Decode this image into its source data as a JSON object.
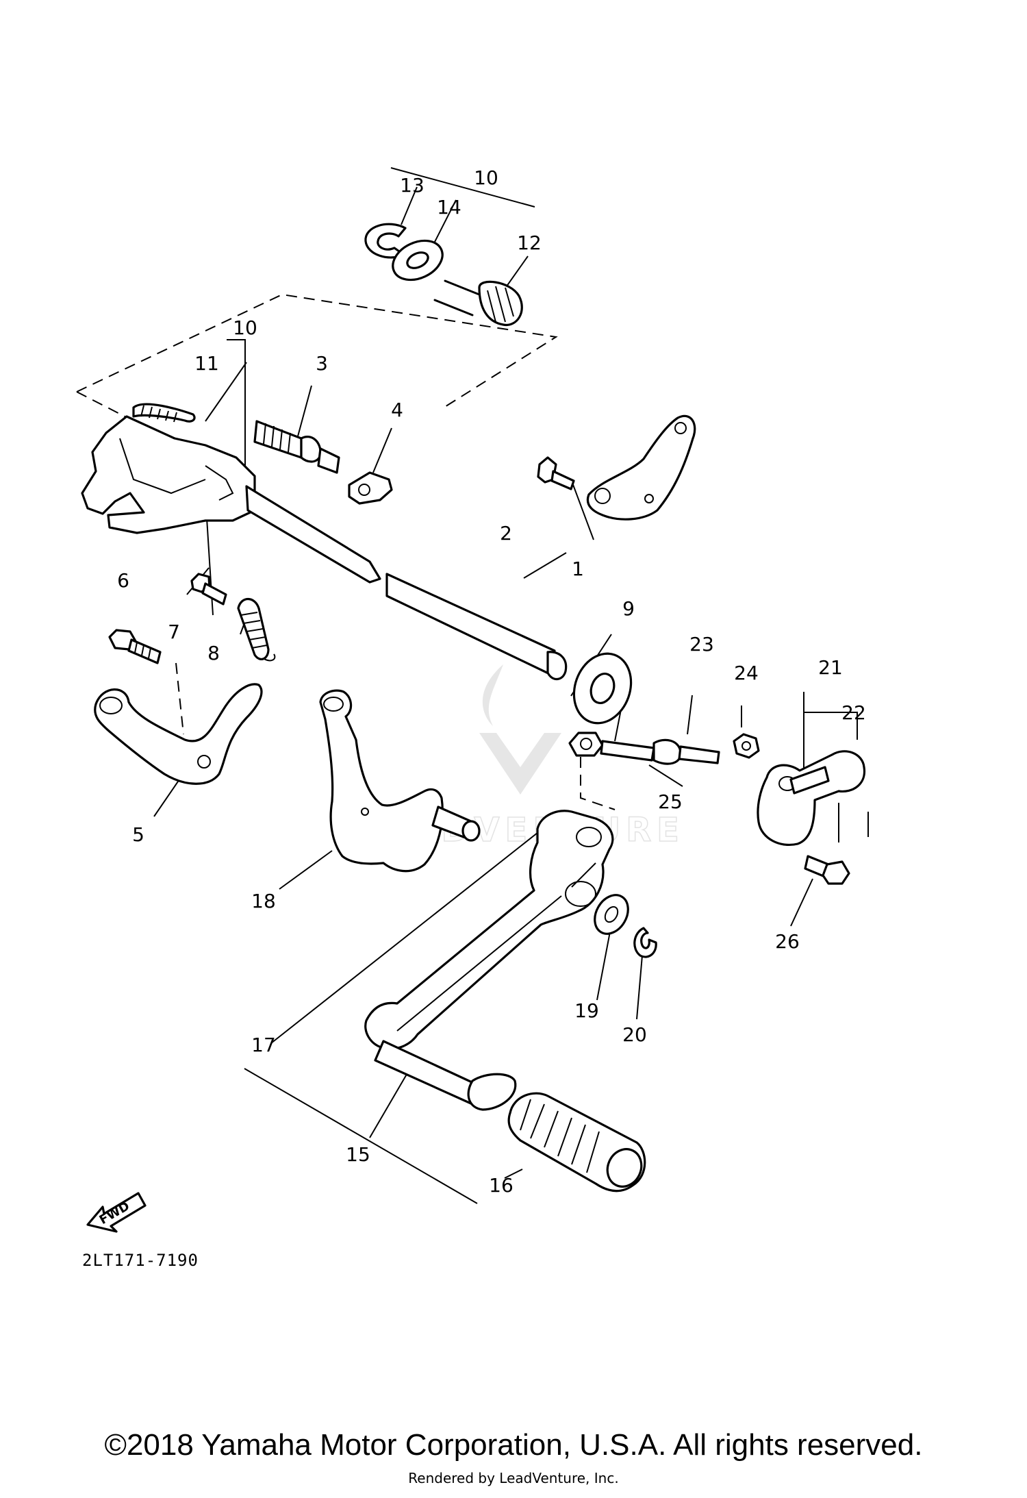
{
  "diagram": {
    "part_numbers": [
      "1",
      "2",
      "3",
      "4",
      "5",
      "6",
      "7",
      "8",
      "9",
      "10",
      "10",
      "11",
      "12",
      "13",
      "14",
      "15",
      "16",
      "17",
      "18",
      "19",
      "20",
      "21",
      "22",
      "23",
      "24",
      "25",
      "26"
    ],
    "direction_label": "FWD",
    "drawing_code": "2LT171-7190",
    "watermark_text": "LEADVENTURE"
  },
  "footer": {
    "copyright": "©2018 Yamaha Motor Corporation, U.S.A. All rights reserved.",
    "rendered_by": "Rendered by LeadVenture, Inc."
  }
}
